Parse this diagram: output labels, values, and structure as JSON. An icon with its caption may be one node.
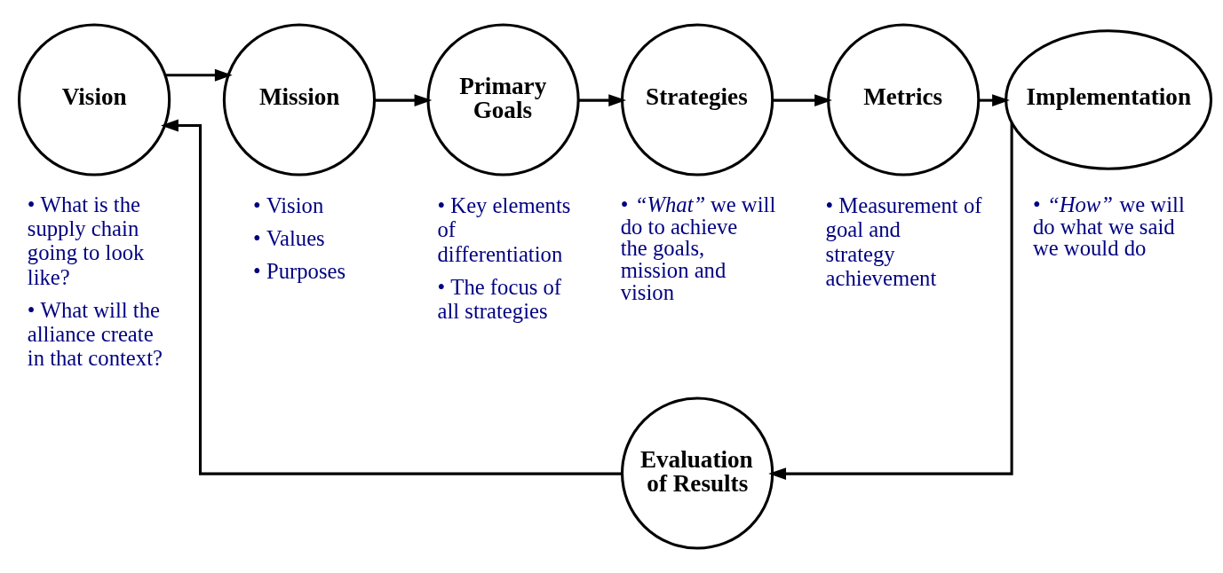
{
  "diagram": {
    "nodes": [
      {
        "text": [
          "Vision"
        ],
        "beside": [
          "• What is the supply chain going to look like?",
          "• What will the alliance create in that context?"
        ]
      },
      {
        "text": [
          "Mission"
        ],
        "beside": [
          "• Vision",
          "• Values",
          "• Purposes"
        ]
      },
      {
        "text": [
          "Primary Goals"
        ],
        "beside": [
          "• Key elements of differentiation",
          "• The focus of all strategies"
        ]
      },
      {
        "text": [
          "Strategies"
        ],
        "beside": [
          "• *“What”* we will do to achieve the goals, mission and vision"
        ]
      },
      {
        "text": [
          "Metrics"
        ],
        "beside": [
          "• Measurement of goal and strategy achievement"
        ]
      },
      {
        "text": [
          "Implementation"
        ],
        "beside": [
          "• *“How”* we will do what we said we would do"
        ]
      },
      {
        "text": [
          "Evaluation of Results"
        ]
      }
    ],
    "edges": [
      {
        "from": 0,
        "to": 1,
        "arrow": "to"
      },
      {
        "from": 1,
        "to": 2,
        "arrow": "to"
      },
      {
        "from": 2,
        "to": 3,
        "arrow": "to"
      },
      {
        "from": 3,
        "to": 4,
        "arrow": "to"
      },
      {
        "from": 4,
        "to": 5,
        "arrow": "to"
      },
      {
        "from": 5,
        "to": 6,
        "arrow": "to"
      },
      {
        "from": 6,
        "to": 0,
        "arrow": "to"
      }
    ]
  }
}
